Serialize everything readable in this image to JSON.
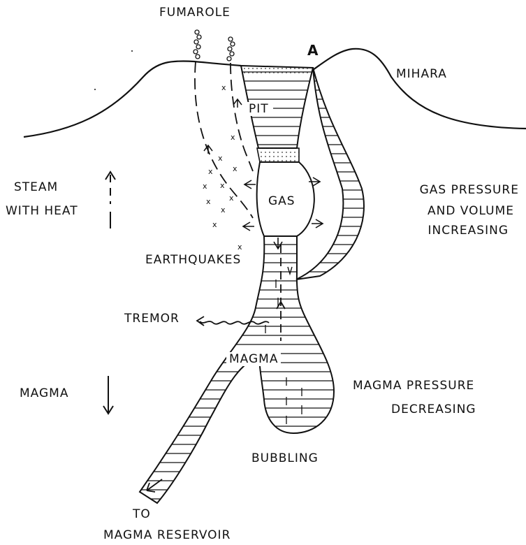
{
  "colors": {
    "ink": "#111111",
    "paper": "#ffffff"
  },
  "labels": {
    "fumarole": "FUMAROLE",
    "point_a": "A",
    "mihara": "MIHARA",
    "pit": "PIT",
    "gas": "GAS",
    "steam_line1": "STEAM",
    "steam_line2": "WITH HEAT",
    "gas_pressure_line1": "GAS PRESSURE",
    "gas_pressure_line2": "AND VOLUME",
    "gas_pressure_line3": "INCREASING",
    "earthquakes": "EARTHQUAKES",
    "tremor": "TREMOR",
    "magma_conduit": "MAGMA",
    "magma_side": "MAGMA",
    "magma_pressure_line1": "MAGMA PRESSURE",
    "magma_pressure_line2": "DECREASING",
    "bubbling": "BUBBLING",
    "reservoir_line1": "TO",
    "reservoir_line2": "MAGMA RESERVOIR"
  }
}
